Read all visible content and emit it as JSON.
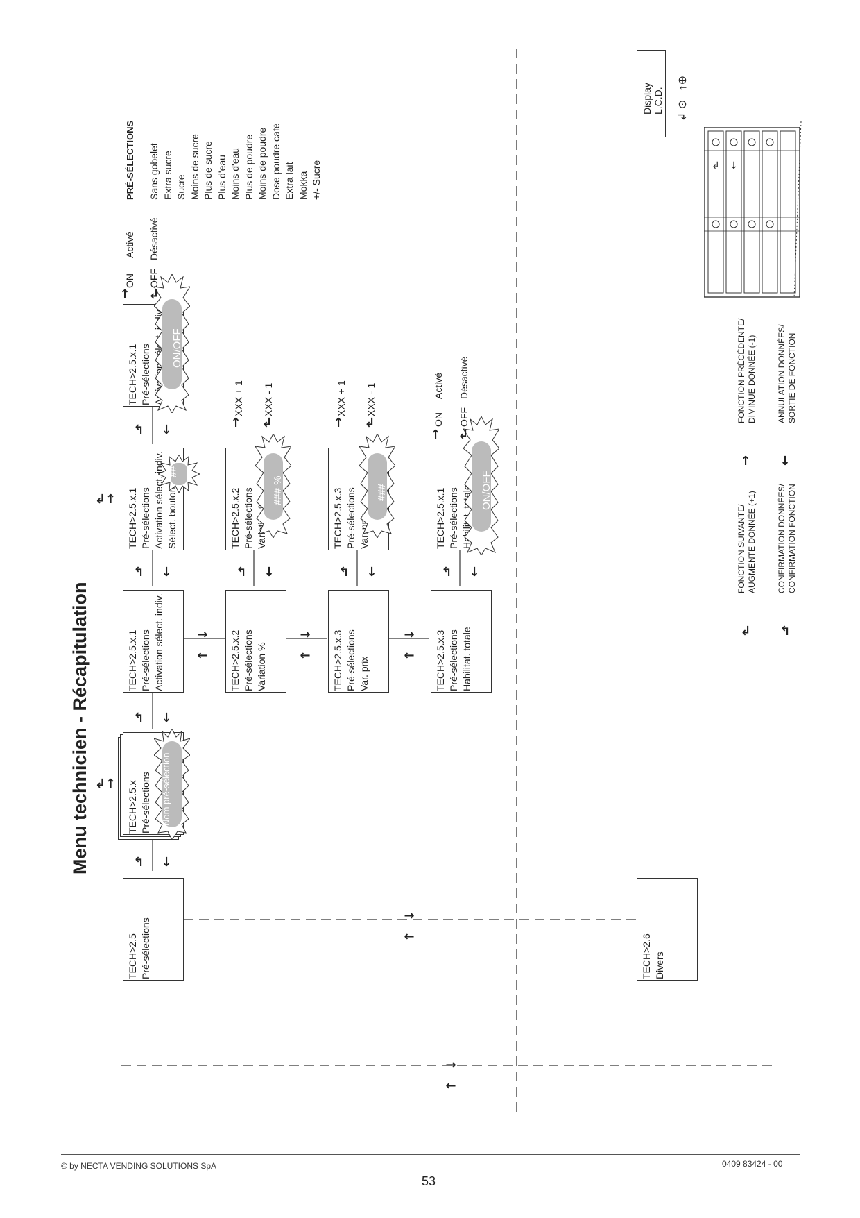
{
  "title": "Menu technicien - Récapitulation",
  "nodes": {
    "tech25": [
      "TECH>2.5",
      "Pré-sélections"
    ],
    "tech25x": [
      "TECH>2.5.x",
      "Pré-sélections",
      "Nom pré-sélection"
    ],
    "tech25x1_a": [
      "TECH>2.5.x.1",
      "Pré-sélections",
      "Activation sélect. indiv."
    ],
    "tech25x1_b": [
      "TECH>2.5.x.1",
      "Pré-sélections",
      "Activation sélect. indiv.",
      "Sélect. bouton"
    ],
    "tech25x1_c": [
      "TECH>2.5.x.1",
      "Pré-sélections",
      "Activation sélect. indiv."
    ],
    "tech25x2_a": [
      "TECH>2.5.x.2",
      "Pré-sélections",
      "Variation %"
    ],
    "tech25x2_b": [
      "TECH>2.5.x.2",
      "Pré-sélections",
      "Variation %"
    ],
    "tech25x3_a": [
      "TECH>2.5.x.3",
      "Pré-sélections",
      "Var. prix"
    ],
    "tech25x3_b": [
      "TECH>2.5.x.3",
      "Pré-sélections",
      "Var. prix"
    ],
    "tech25x3h_a": [
      "TECH>2.5.x.3",
      "Pré-sélections",
      "Habilitat. totale"
    ],
    "tech25x1h_b": [
      "TECH>2.5.x.1",
      "Pré-sélections",
      "Habilitat. totale"
    ],
    "tech26": [
      "TECH>2.6",
      "Divers"
    ]
  },
  "bursts": {
    "nom": "Nom pré-sélection",
    "hash": "##",
    "onoff1": "ON/OFF",
    "pct": "### %",
    "price": "###",
    "onoff2": "ON/OFF"
  },
  "options": {
    "on": "ON",
    "active": "Activé",
    "off": "OFF",
    "inactive": "Désactivé",
    "xxx_plus": "XXX + 1",
    "xxx_minus": "XXX - 1"
  },
  "preselections": {
    "heading": "PRÉ-SÉLECTIONS",
    "items": [
      "Sans gobelet",
      "Extra sucre",
      "Sucre",
      "Moins de sucre",
      "Plus de sucre",
      "Plus d'eau",
      "Moins d'eau",
      "Plus de poudre",
      "Moins de poudre",
      "Dose poudre café",
      "Extra lait",
      "Mokka",
      "+/- Sucre"
    ]
  },
  "display": [
    "Display",
    "L.C.D."
  ],
  "legend": {
    "next": [
      "FONCTION SUIVANTE/",
      "AUGMENTE DONNÉE (+1)"
    ],
    "prev": [
      "FONCTION PRÉCÉDENTE/",
      "DIMINUE DONNÉE (-1)"
    ],
    "confirm": [
      "CONFIRMATION DONNÉES/",
      "CONFIRMATION FONCTION"
    ],
    "cancel": [
      "ANNULATION DONNÉES/",
      "SORTIE DE FONCTION"
    ]
  },
  "footer": {
    "copyright": "© by NECTA VENDING SOLUTIONS SpA",
    "page": "53",
    "code": "0409 83424 - 00"
  }
}
